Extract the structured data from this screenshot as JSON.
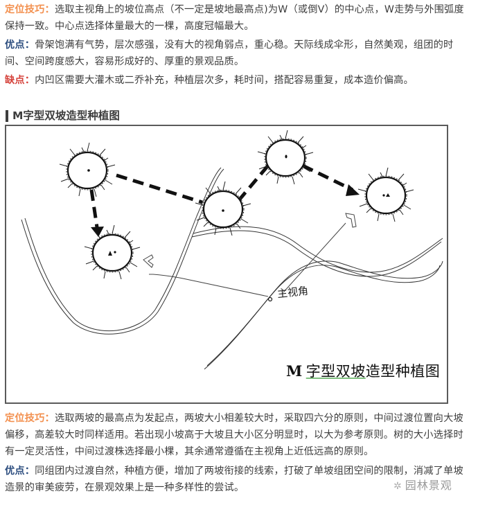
{
  "top_section": {
    "positioning": {
      "label": "定位技巧：",
      "line1": "选取主视角上的坡位高点（不一定是坡地最高点)为W（或倒V）的中心点，W走势与外围弧度",
      "line2": "保持一致。中心点选择体量最大的一棵，高度冠幅最大。"
    },
    "advantages": {
      "label": "优点：",
      "line1": "骨架饱满有气势，层次感强，没有大的视角弱点，重心稳。天际线成伞形，自然美观，组团的时",
      "line2": "间、空间跨度感大，容易形成好的、厚重的景观品质。"
    },
    "disadvantages": {
      "label": "缺点：",
      "line1": "内凹区需要大灌木或二乔补充，种植层次多，耗时间，搭配容易重复，成本造价偏高。"
    }
  },
  "section_title": "M字型双坡造型种植图",
  "figure": {
    "caption_m": "M",
    "caption_underlined": "字型双坡",
    "caption_rest": "造型种植图",
    "viewpoint_label": "主视角",
    "trees": [
      {
        "id": "tree-top-left",
        "marker": "dot"
      },
      {
        "id": "tree-middle",
        "marker": "dot"
      },
      {
        "id": "tree-top-right",
        "marker": "dot"
      },
      {
        "id": "tree-right",
        "marker": "dot-triangle"
      },
      {
        "id": "tree-bottom-left",
        "marker": "triangle-dot"
      }
    ]
  },
  "bottom_section": {
    "positioning": {
      "label": "定位技巧：",
      "line1": "选取两坡的最高点为发起点，两坡大小相差较大时，采取四六分的原则，中间过渡位置向大坡",
      "line2": "偏移，高差较大时同样适用。若出现小坡高于大坡且大小区分明显时，以大为参考原则。树的大小选择时",
      "line3": "有一定灵活性，中间过渡株选择最小棵，其余通常遵循在主视角上近低远高的原则。"
    },
    "advantages": {
      "label": "优点：",
      "line1": "同组团内过渡自然，种植方便，增加了两坡衔接的线索，打破了单坡组团空间的限制，消减了单坡",
      "line2": "造景的审美疲劳，在景观效果上是一种多样性的尝试。"
    }
  },
  "watermark": {
    "icon": "wechat-icon",
    "text": "园林景观"
  },
  "colors": {
    "label_orange": "#f3904f",
    "label_blue": "#2b4c7e",
    "label_red": "#d5423b",
    "body_text": "#3e3e3e"
  }
}
